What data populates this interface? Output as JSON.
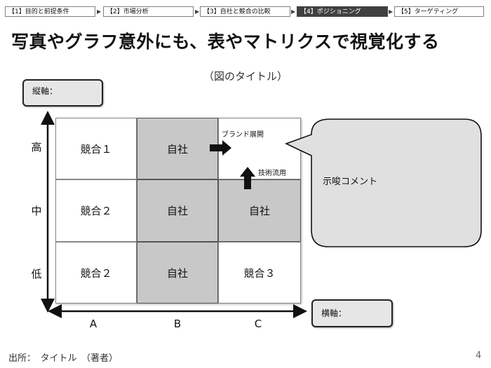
{
  "breadcrumb": [
    {
      "label": "【1】目的と前提条件",
      "active": false
    },
    {
      "label": "【2】市場分析",
      "active": false
    },
    {
      "label": "【3】自社と競合の比較",
      "active": false
    },
    {
      "label": "【4】ポジショニング",
      "active": true
    },
    {
      "label": "【5】ターゲティング",
      "active": false
    }
  ],
  "slide": {
    "title": "写真やグラフ意外にも、表やマトリクスで視覚化する",
    "figure_title": "（図のタイトル）",
    "vertical_axis_label": "縦軸：",
    "horizontal_axis_label": "横軸：",
    "comment": "示唆コメント",
    "source": "出所：　タイトル　（著者）",
    "page_number": "4"
  },
  "matrix": {
    "row_labels": [
      "高",
      "中",
      "低"
    ],
    "column_labels": [
      "A",
      "B",
      "C"
    ],
    "cells": [
      [
        {
          "text": "競合１",
          "fill": "white"
        },
        {
          "text": "自社",
          "fill": "gray"
        },
        {
          "text": "",
          "fill": "white"
        }
      ],
      [
        {
          "text": "競合２",
          "fill": "white"
        },
        {
          "text": "自社",
          "fill": "gray"
        },
        {
          "text": "自社",
          "fill": "gray"
        }
      ],
      [
        {
          "text": "競合２",
          "fill": "white"
        },
        {
          "text": "自社",
          "fill": "gray"
        },
        {
          "text": "競合３",
          "fill": "white"
        }
      ]
    ],
    "annotations": {
      "right_arrow_label": "ブランド展開",
      "up_arrow_label": "技術流用"
    }
  },
  "colors": {
    "gray_cell": "#c8c8c8",
    "active_breadcrumb": "#404040",
    "axis_box": "#e6e6e6",
    "callout": "#e0e0e0"
  }
}
